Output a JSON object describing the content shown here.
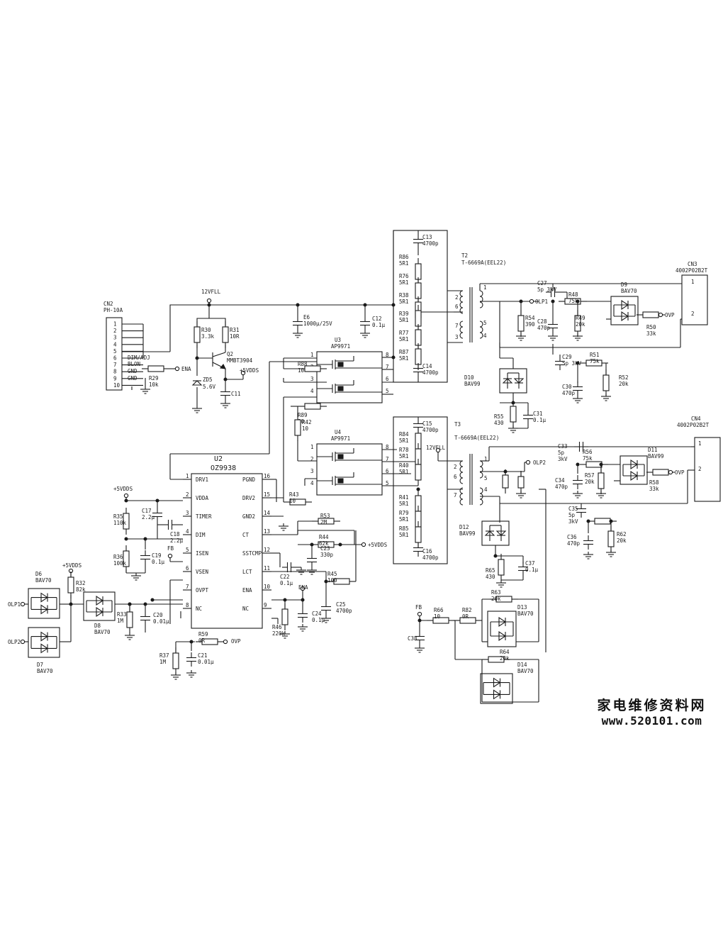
{
  "watermark": {
    "title": "家电维修资料网",
    "url": "www.520101.com"
  },
  "ics": {
    "u2": {
      "ref": "U2",
      "part": "OZ9938",
      "left_pins": [
        {
          "n": "1",
          "name": "DRV1"
        },
        {
          "n": "2",
          "name": "VDDA"
        },
        {
          "n": "3",
          "name": "TIMER"
        },
        {
          "n": "4",
          "name": "DIM"
        },
        {
          "n": "5",
          "name": "ISEN"
        },
        {
          "n": "6",
          "name": "VSEN"
        },
        {
          "n": "7",
          "name": "OVPT"
        },
        {
          "n": "8",
          "name": "NC"
        }
      ],
      "right_pins": [
        {
          "n": "16",
          "name": "PGND"
        },
        {
          "n": "15",
          "name": "DRV2"
        },
        {
          "n": "14",
          "name": "GND2"
        },
        {
          "n": "13",
          "name": "CT"
        },
        {
          "n": "12",
          "name": "SSTCMP"
        },
        {
          "n": "11",
          "name": "LCT"
        },
        {
          "n": "10",
          "name": "ENA"
        },
        {
          "n": "9",
          "name": "NC"
        }
      ]
    },
    "u3": {
      "ref": "U3",
      "part": "AP9971"
    },
    "u4": {
      "ref": "U4",
      "part": "AP9971"
    }
  },
  "mosfet_pins": {
    "left": [
      "1",
      "2",
      "3",
      "4"
    ],
    "right": [
      "8",
      "7",
      "6",
      "5"
    ]
  },
  "cn2": {
    "ref": "CN2",
    "part": "PH-10A",
    "pins": [
      "1",
      "2",
      "3",
      "4",
      "5",
      "6",
      "7",
      "8",
      "9",
      "10"
    ],
    "labels": [
      "DIM/ADJ",
      "BLON",
      "GND",
      "GND"
    ]
  },
  "cn3": {
    "ref": "CN3",
    "part": "4002P02B2T",
    "pins": [
      "1",
      "2"
    ]
  },
  "cn4": {
    "ref": "CN4",
    "part": "4002P02B2T",
    "pins": [
      "1",
      "2"
    ]
  },
  "t2": {
    "ref": "T2",
    "part": "T-6669A(EEL22)",
    "pins": [
      "1",
      "2",
      "6",
      "7",
      "5",
      "3",
      "4"
    ]
  },
  "t3": {
    "ref": "T3",
    "part": "T-6669A(EEL22)",
    "pins": [
      "1",
      "2",
      "6",
      "7",
      "5",
      "4"
    ]
  },
  "nets": {
    "v12": "12VFLL",
    "v5": "+5VDDS",
    "ena": "ENA",
    "olp1": "OLP1",
    "olp2": "OLP2",
    "ovp": "OVP",
    "fb": "FB"
  },
  "components": [
    {
      "ref": "E6",
      "value": "1000μ/25V"
    },
    {
      "ref": "C12",
      "value": "0.1μ"
    },
    {
      "ref": "R30",
      "value": "3.3k"
    },
    {
      "ref": "R31",
      "value": "10R"
    },
    {
      "ref": "Q2",
      "value": "MMBT3904"
    },
    {
      "ref": "ZD5",
      "value": "5.6V"
    },
    {
      "ref": "C11",
      "value": ""
    },
    {
      "ref": "R29",
      "value": "10k"
    },
    {
      "ref": "R88",
      "value": "10"
    },
    {
      "ref": "R89",
      "value": "10"
    },
    {
      "ref": "R42",
      "value": "10"
    },
    {
      "ref": "R43",
      "value": "10"
    },
    {
      "ref": "C13",
      "value": "4700p"
    },
    {
      "ref": "R86",
      "value": "5R1"
    },
    {
      "ref": "R76",
      "value": "5R1"
    },
    {
      "ref": "R38",
      "value": "5R1"
    },
    {
      "ref": "R39",
      "value": "5R1"
    },
    {
      "ref": "R77",
      "value": "5R1"
    },
    {
      "ref": "R87",
      "value": "5R1"
    },
    {
      "ref": "C14",
      "value": "4700p"
    },
    {
      "ref": "C15",
      "value": "4700p"
    },
    {
      "ref": "R84",
      "value": "5R1"
    },
    {
      "ref": "R78",
      "value": "5R1"
    },
    {
      "ref": "R40",
      "value": "5R1"
    },
    {
      "ref": "R41",
      "value": "5R1"
    },
    {
      "ref": "R79",
      "value": "5R1"
    },
    {
      "ref": "R85",
      "value": "5R1"
    },
    {
      "ref": "C16",
      "value": "4700p"
    },
    {
      "ref": "C27",
      "value": "5p 3kV"
    },
    {
      "ref": "R54",
      "value": "390"
    },
    {
      "ref": "C28",
      "value": "470p"
    },
    {
      "ref": "R48",
      "value": "75k"
    },
    {
      "ref": "R49",
      "value": "20k"
    },
    {
      "ref": "D9",
      "value": "BAV70"
    },
    {
      "ref": "R50",
      "value": "33k"
    },
    {
      "ref": "C29",
      "value": "5p 3kV"
    },
    {
      "ref": "R51",
      "value": "75k"
    },
    {
      "ref": "C30",
      "value": "470p"
    },
    {
      "ref": "R52",
      "value": "20k"
    },
    {
      "ref": "D10",
      "value": "BAV99"
    },
    {
      "ref": "R55",
      "value": "430"
    },
    {
      "ref": "C31",
      "value": "0.1μ"
    },
    {
      "ref": "C33",
      "value": "5p 3kV"
    },
    {
      "ref": "R56",
      "value": "75k"
    },
    {
      "ref": "C34",
      "value": "470p"
    },
    {
      "ref": "R57",
      "value": "20k"
    },
    {
      "ref": "D11",
      "value": "BAV99"
    },
    {
      "ref": "R58",
      "value": "33k"
    },
    {
      "ref": "C35",
      "value": "5p 3kV"
    },
    {
      "ref": "C36",
      "value": "470p"
    },
    {
      "ref": "R62",
      "value": "20k"
    },
    {
      "ref": "D12",
      "value": "BAV99"
    },
    {
      "ref": "R65",
      "value": "430"
    },
    {
      "ref": "C37",
      "value": "0.1μ"
    },
    {
      "ref": "R66",
      "value": "10"
    },
    {
      "ref": "R82",
      "value": "0R"
    },
    {
      "ref": "C38",
      "value": ""
    },
    {
      "ref": "R63",
      "value": "20k"
    },
    {
      "ref": "D13",
      "value": "BAV70"
    },
    {
      "ref": "R64",
      "value": "20k"
    },
    {
      "ref": "D14",
      "value": "BAV70"
    },
    {
      "ref": "R35",
      "value": "110k"
    },
    {
      "ref": "C17",
      "value": "2.2μ"
    },
    {
      "ref": "C18",
      "value": "2.2μ"
    },
    {
      "ref": "R36",
      "value": "100k"
    },
    {
      "ref": "C19",
      "value": "0.1μ"
    },
    {
      "ref": "R53",
      "value": "2M"
    },
    {
      "ref": "R44",
      "value": "62k"
    },
    {
      "ref": "C23",
      "value": "330p"
    },
    {
      "ref": "C22",
      "value": "0.1μ"
    },
    {
      "ref": "R45",
      "value": "100"
    },
    {
      "ref": "C25",
      "value": "4700p"
    },
    {
      "ref": "R46",
      "value": "220k"
    },
    {
      "ref": "C24",
      "value": "0.1μ"
    },
    {
      "ref": "D6",
      "value": "BAV70"
    },
    {
      "ref": "D7",
      "value": "BAV70"
    },
    {
      "ref": "R32",
      "value": "82k"
    },
    {
      "ref": "D8",
      "value": "BAV70"
    },
    {
      "ref": "R33",
      "value": "1M"
    },
    {
      "ref": "C20",
      "value": "0.01μ"
    },
    {
      "ref": "R59",
      "value": "0R"
    },
    {
      "ref": "R37",
      "value": "1M"
    },
    {
      "ref": "C21",
      "value": "0.01μ"
    }
  ]
}
